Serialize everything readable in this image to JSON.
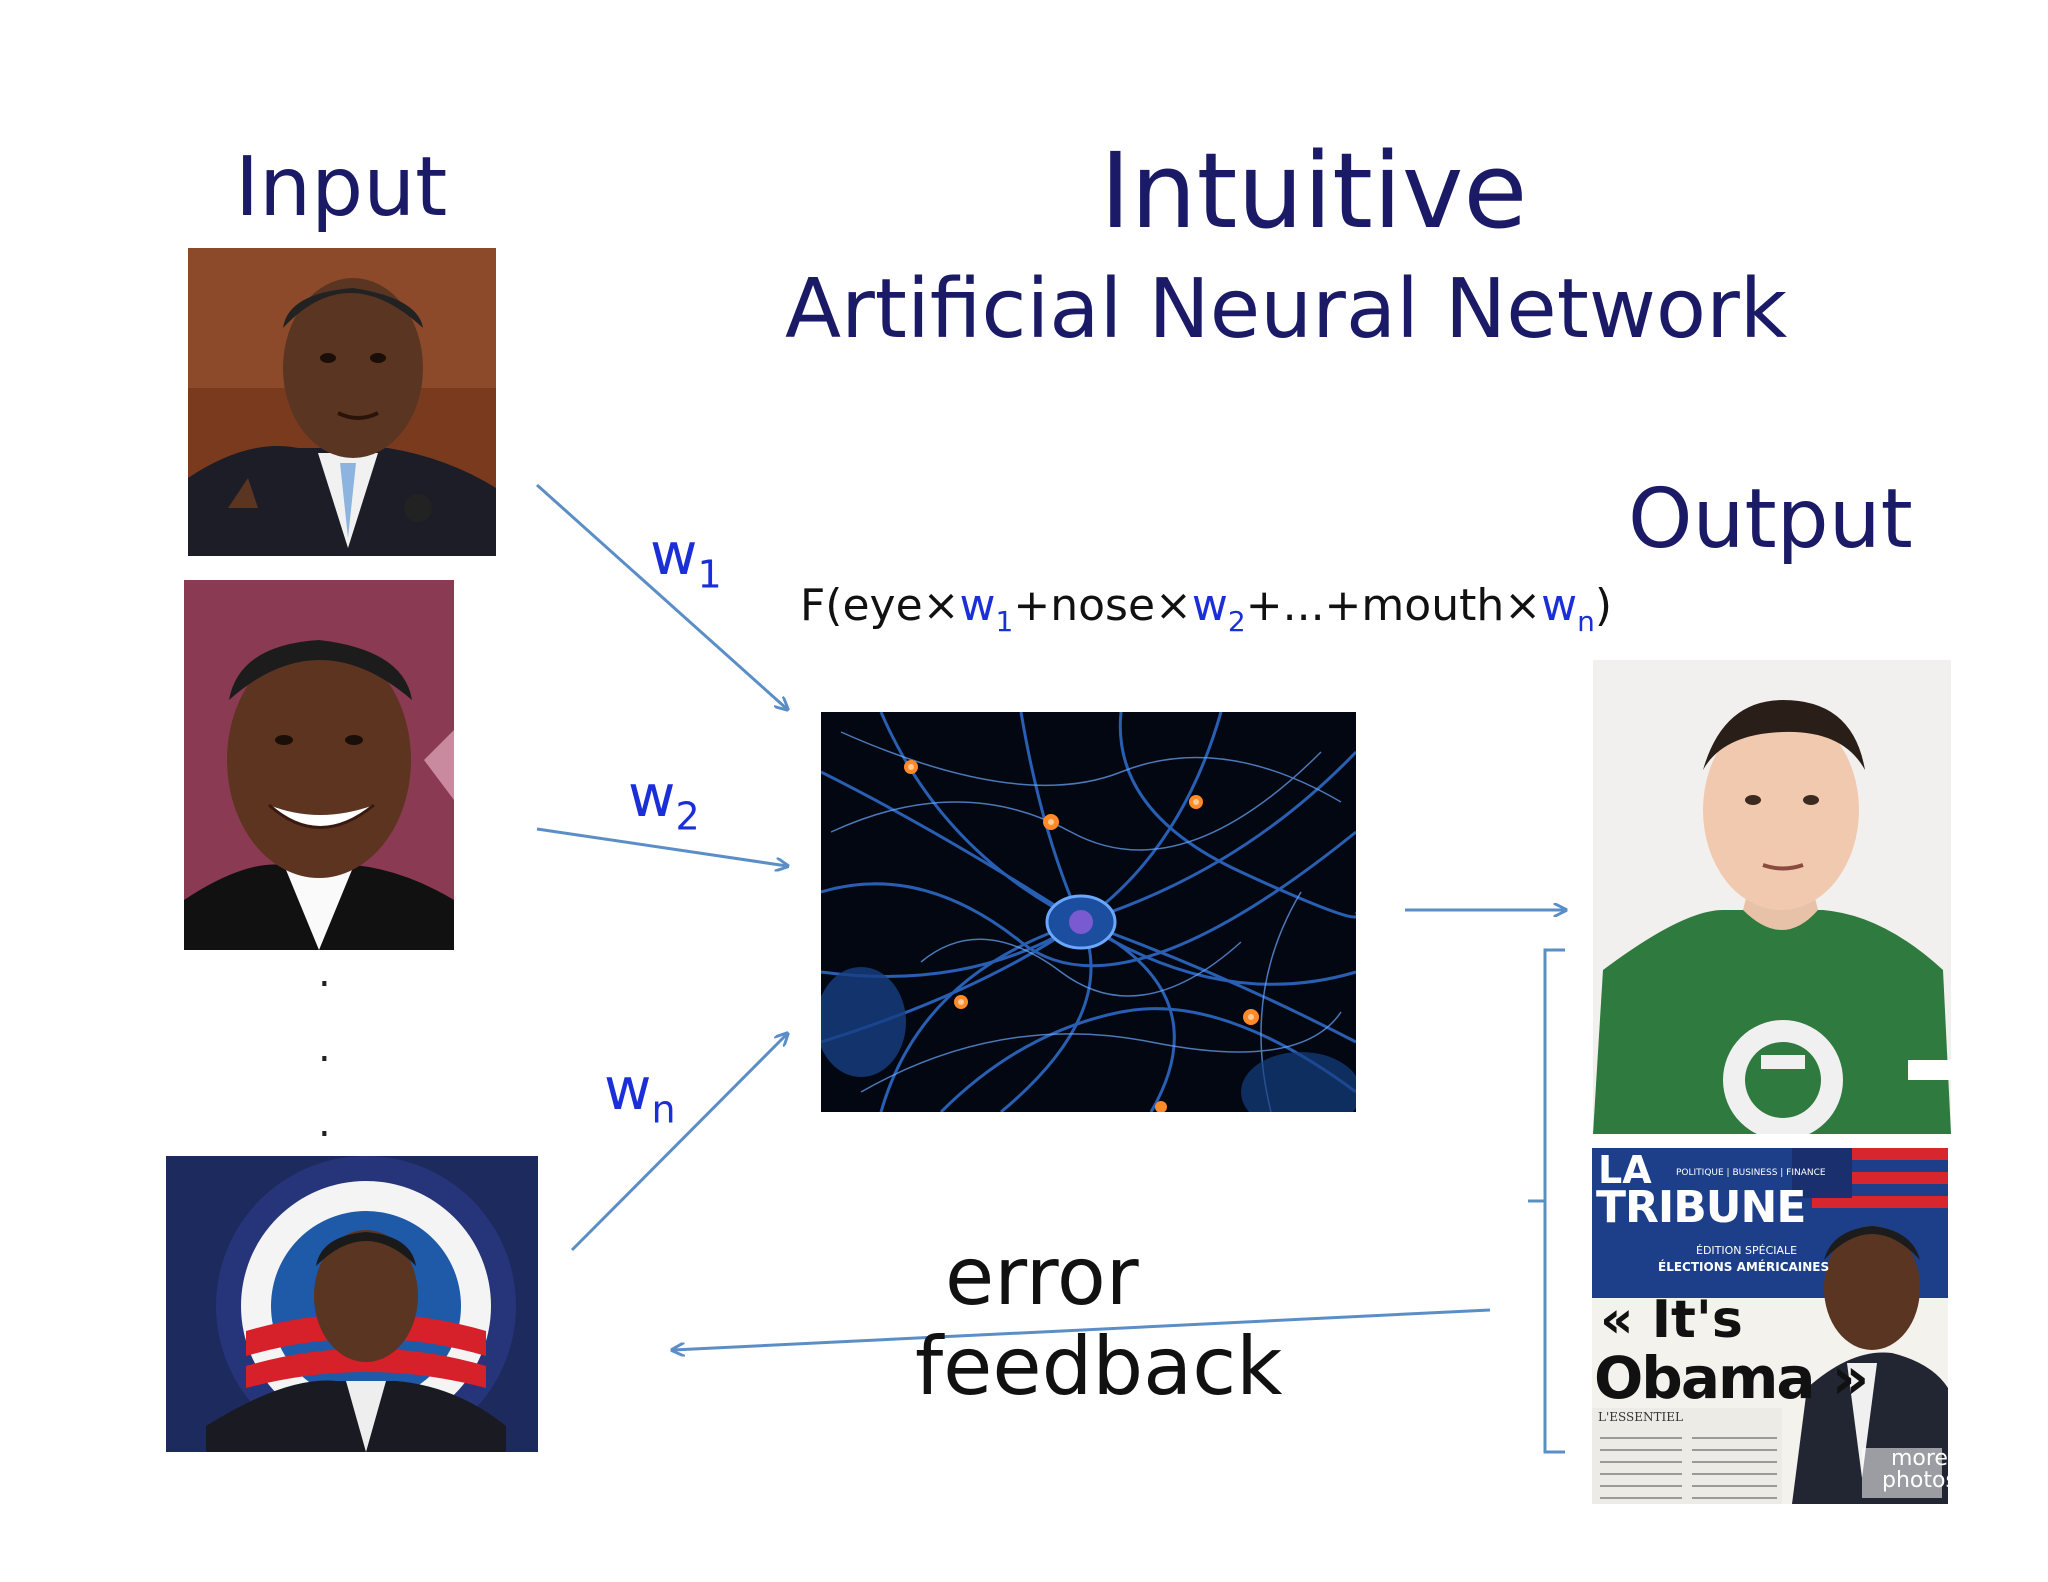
{
  "title": "Intuitive",
  "subtitle": "Artificial Neural Network",
  "input_label": "Input",
  "output_label": "Output",
  "weights": {
    "w1": {
      "base": "w",
      "sub": "1"
    },
    "w2": {
      "base": "w",
      "sub": "2"
    },
    "wn": {
      "base": "w",
      "sub": "n"
    }
  },
  "formula": {
    "open": "F(eye",
    "times": "×",
    "w1": "w",
    "s1": "1",
    "nose": "+nose",
    "w2": "w",
    "s2": "2",
    "mouth": "+...+mouth",
    "wn": "w",
    "sn": "n",
    "close": ")"
  },
  "dots": [
    ".",
    ".",
    "."
  ],
  "error_line1": "error",
  "error_line2": "feedback",
  "newspaper": {
    "masthead_top": "LA",
    "masthead": "TRIBUNE",
    "sections": "POLITIQUE | BUSINESS | FINANCE",
    "edition_line1": "ÉDITION SPÉCIALE",
    "edition_line2": "ÉLECTIONS AMÉRICAINES",
    "headline1": "« It's",
    "headline2": "Obama »",
    "essentiel": "L'ESSENTIEL",
    "more_photos_1": "more",
    "more_photos_2": "photos"
  },
  "colors": {
    "title": "#1a1a66",
    "weight_text": "#1a2fd8",
    "arrow": "#5b8ec6"
  }
}
